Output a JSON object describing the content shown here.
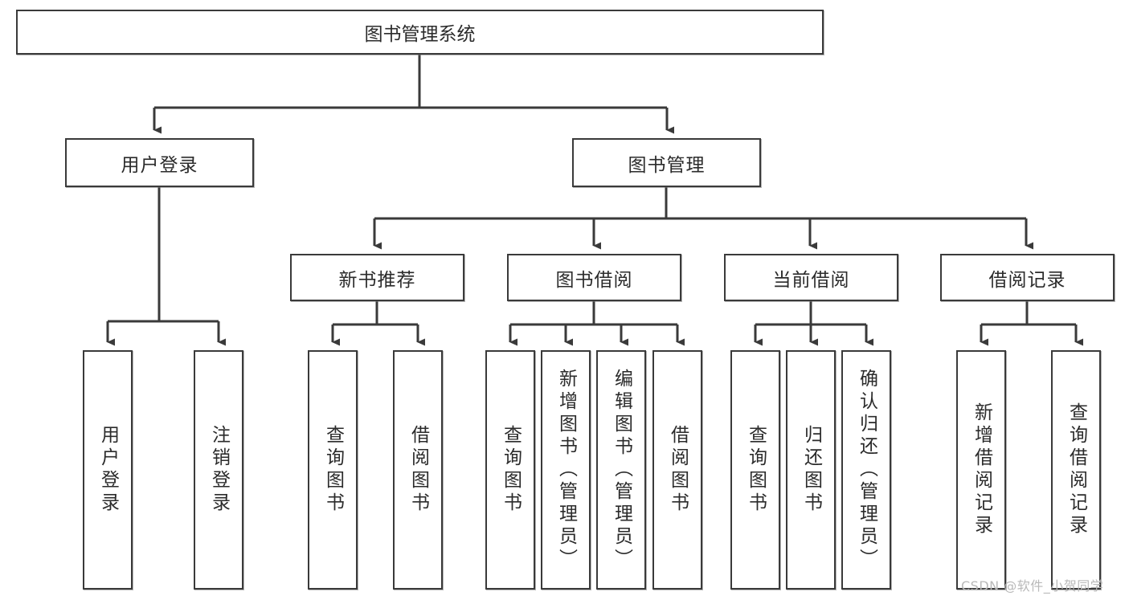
{
  "diagram": {
    "title": "图书管理系统",
    "type": "tree-hierarchy-diagram",
    "root": {
      "label": "图书管理系统"
    },
    "level2": [
      {
        "label": "用户登录"
      },
      {
        "label": "图书管理"
      }
    ],
    "level3": [
      {
        "label": "新书推荐"
      },
      {
        "label": "图书借阅"
      },
      {
        "label": "当前借阅"
      },
      {
        "label": "借阅记录"
      }
    ],
    "leaves": {
      "user_login": [
        {
          "label": "用户登录"
        },
        {
          "label": "注销登录"
        }
      ],
      "new_book_recommend": [
        {
          "label": "查询图书"
        },
        {
          "label": "借阅图书"
        }
      ],
      "book_borrow": [
        {
          "label": "查询图书"
        },
        {
          "label": "新增图书（管理员）"
        },
        {
          "label": "编辑图书（管理员）"
        },
        {
          "label": "借阅图书"
        }
      ],
      "current_borrow": [
        {
          "label": "查询图书"
        },
        {
          "label": "归还图书"
        },
        {
          "label": "确认归还（管理员）"
        }
      ],
      "borrow_record": [
        {
          "label": "新增借阅记录"
        },
        {
          "label": "查询借阅记录"
        }
      ]
    }
  },
  "watermark": {
    "text": "CSDN @软件_小贺同学"
  },
  "colors": {
    "stroke": "#3a3a3a",
    "background": "#ffffff",
    "text": "#2b2b2b",
    "watermark": "#b9b9b9"
  }
}
